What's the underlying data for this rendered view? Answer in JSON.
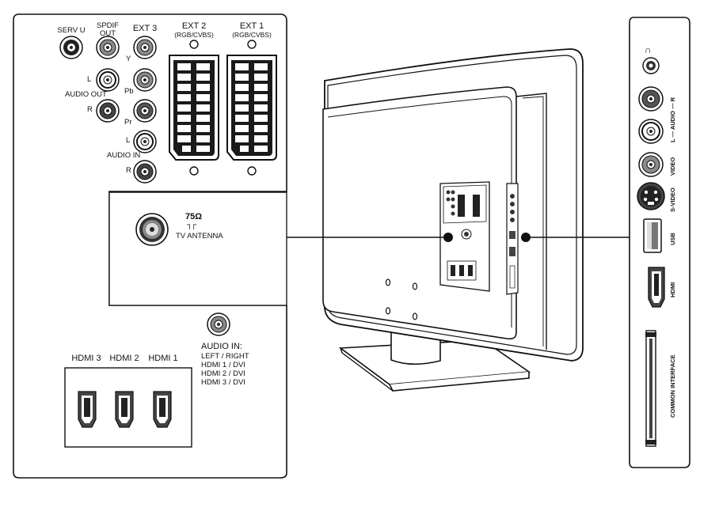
{
  "back_panel": {
    "serv_u": "SERV U",
    "spdif": "SPDIF",
    "out": "OUT",
    "ext3": "EXT 3",
    "ext2": "EXT 2",
    "ext2_sub": "(RGB/CVBS)",
    "ext1": "EXT 1",
    "ext1_sub": "(RGB/CVBS)",
    "y": "Y",
    "pb": "Pb",
    "pr": "Pr",
    "l_out": "L",
    "r_out": "R",
    "audio_out": "AUDIO OUT",
    "l_in": "L",
    "r_in": "R",
    "audio_in": "AUDIO IN",
    "antenna_ohm": "75Ω",
    "antenna_symbol": "┐┌",
    "antenna_label": "TV ANTENNA",
    "hdmi3": "HDMI 3",
    "hdmi2": "HDMI 2",
    "hdmi1": "HDMI 1",
    "audio_in_lr_title": "AUDIO IN:",
    "audio_in_lr_lines": [
      "LEFT / RIGHT",
      "HDMI 1 / DVI",
      "HDMI 2 / DVI",
      "HDMI 3 / DVI"
    ]
  },
  "side_panel": {
    "headphone_symbol": "∩",
    "audio_r": "L — AUDIO — R",
    "video": "VIDEO",
    "svideo": "S-VIDEO",
    "usb": "USB",
    "hdmi": "HDMI",
    "common_interface": "COMMON INTERFACE"
  },
  "colors": {
    "line": "#111111",
    "panel_fill": "#ffffff",
    "connector_dark": "#222222",
    "connector_mid": "#9a9a9a"
  }
}
